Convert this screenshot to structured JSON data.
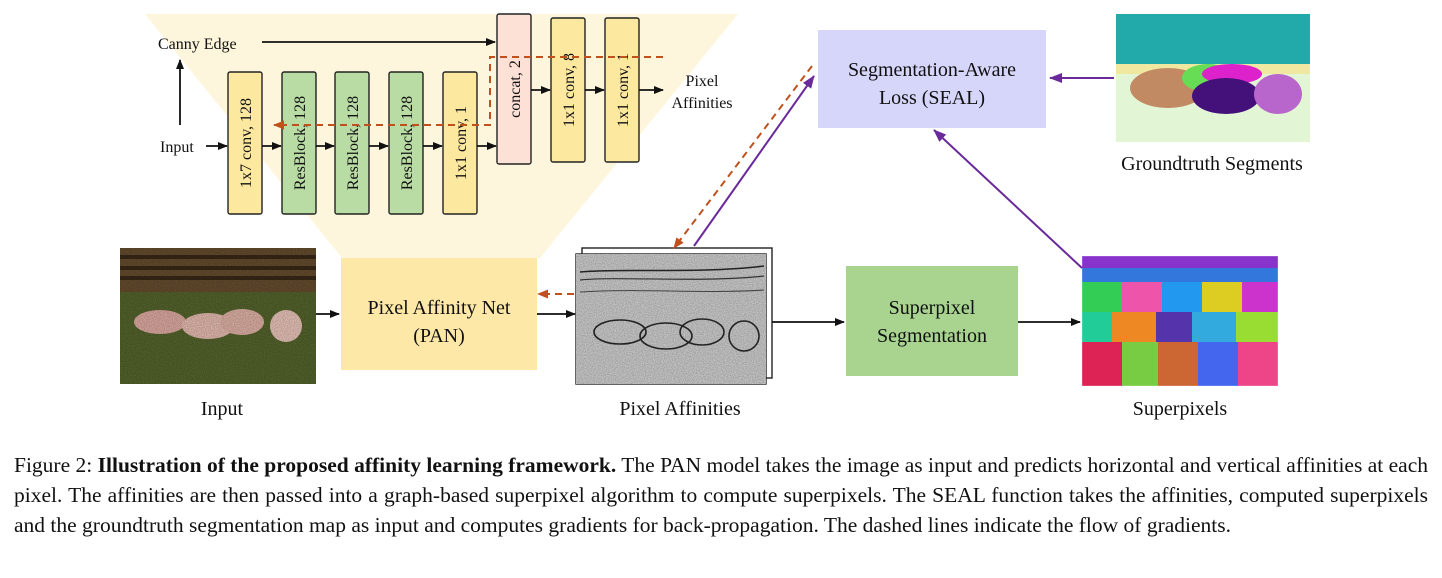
{
  "pan_detail": {
    "canny_label": "Canny Edge",
    "input_label": "Input",
    "layers": [
      "1x7 conv, 128",
      "ResBlock, 128",
      "ResBlock, 128",
      "ResBlock, 128",
      "1x1 conv, 1"
    ],
    "concat_label": "concat, 2",
    "head_layers": [
      "1x1 conv, 8",
      "1x1 conv, 1"
    ],
    "output_label_line1": "Pixel",
    "output_label_line2": "Affinities"
  },
  "pipeline": {
    "input_caption": "Input",
    "pan_line1": "Pixel Affinity Net",
    "pan_line2": "(PAN)",
    "affinities_caption": "Pixel Affinities",
    "spseg_line1": "Superpixel",
    "spseg_line2": "Segmentation",
    "superpixels_caption": "Superpixels",
    "seal_line1": "Segmentation-Aware",
    "seal_line2": "Loss (SEAL)",
    "groundtruth_caption": "Groundtruth Segments"
  },
  "caption": {
    "figure_label": "Figure 2:",
    "bold_title": "Illustration of the proposed affinity learning framework.",
    "body": "The PAN model takes the image as input and predicts horizontal and vertical affinities at each pixel. The affinities are then passed into a graph-based superpixel algorithm to compute superpixels. The SEAL function takes the affinities, computed superpixels and the groundtruth segmentation map as input and computes gradients for back-propagation. The dashed lines indicate the flow of gradients."
  },
  "colors": {
    "conv_yellow": "#fde8a0",
    "resblock_green": "#b9dba4",
    "concat_pink": "#fde0d6",
    "pan_box": "#fde8a8",
    "spseg_box": "#a8d490",
    "seal_box": "#d6d6fa",
    "funnel": "#fdf6dc",
    "gradient_dash": "#c0501c",
    "seal_arrow": "#6a2a9a"
  }
}
